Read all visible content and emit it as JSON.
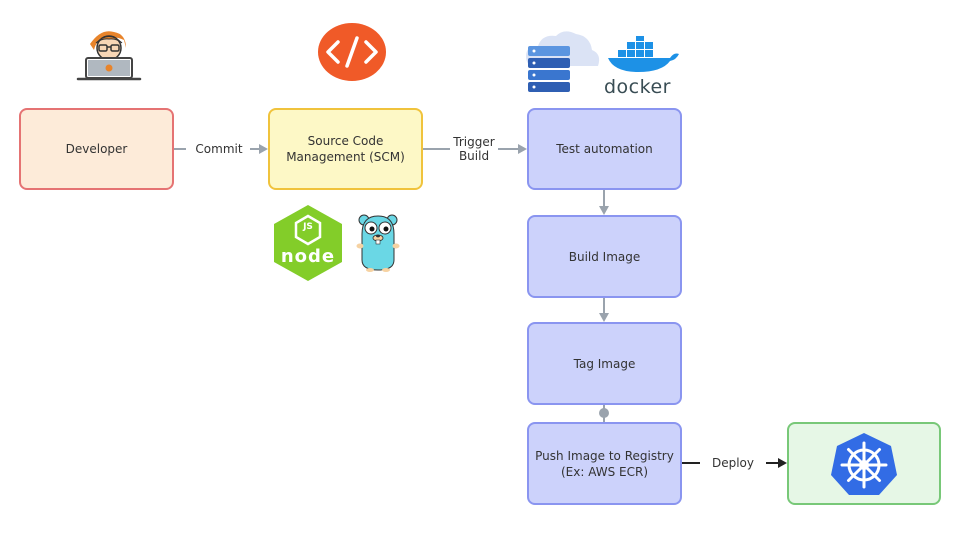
{
  "colors": {
    "developer_fill": "#fdebd9",
    "developer_stroke": "#e57373",
    "scm_fill": "#fdf8c6",
    "scm_stroke": "#f0c33c",
    "pipeline_fill": "#ccd2fb",
    "pipeline_stroke": "#8a95f0",
    "deploy_fill": "#e6f7e6",
    "deploy_stroke": "#78c878",
    "connector": "#9aa3ad",
    "deploy_connector": "#222222",
    "code_orange": "#f05a28",
    "node_green": "#83cd29",
    "docker_blue": "#1d91e6",
    "k8s_blue": "#326ce5"
  },
  "nodes": {
    "developer": "Developer",
    "scm_line1": "Source Code",
    "scm_line2": "Management (SCM)",
    "test": "Test automation",
    "build": "Build Image",
    "tag": "Tag Image",
    "push_line1": "Push Image to Registry",
    "push_line2": "(Ex: AWS ECR)"
  },
  "edges": {
    "commit": "Commit",
    "trigger_line1": "Trigger",
    "trigger_line2": "Build",
    "deploy": "Deploy"
  },
  "logos": {
    "docker": "docker",
    "node": "node",
    "node_js": "JS"
  },
  "icons": [
    "developer-laptop-icon",
    "code-tag-icon",
    "cloud-server-icon",
    "docker-whale-icon",
    "nodejs-icon",
    "go-gopher-icon",
    "kubernetes-helm-icon"
  ]
}
